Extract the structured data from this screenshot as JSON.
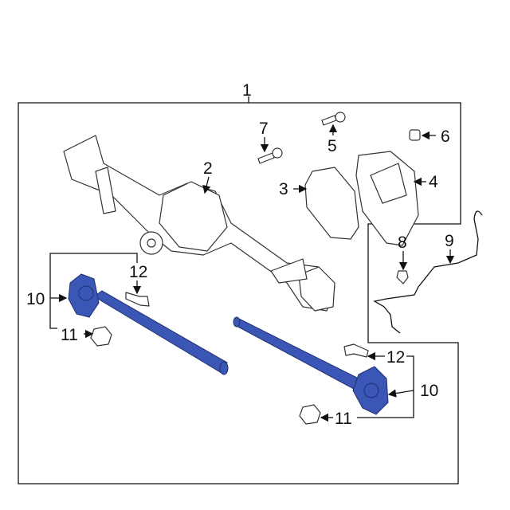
{
  "diagram": {
    "callouts": [
      {
        "id": "c1",
        "text": "1"
      },
      {
        "id": "c2",
        "text": "2"
      },
      {
        "id": "c3",
        "text": "3"
      },
      {
        "id": "c4",
        "text": "4"
      },
      {
        "id": "c5",
        "text": "5"
      },
      {
        "id": "c6",
        "text": "6"
      },
      {
        "id": "c7",
        "text": "7"
      },
      {
        "id": "c8",
        "text": "8"
      },
      {
        "id": "c9",
        "text": "9"
      },
      {
        "id": "c10a",
        "text": "10"
      },
      {
        "id": "c11a",
        "text": "11"
      },
      {
        "id": "c12a",
        "text": "12"
      },
      {
        "id": "c12b",
        "text": "12"
      },
      {
        "id": "c10b",
        "text": "10"
      },
      {
        "id": "c11b",
        "text": "11"
      }
    ],
    "colors": {
      "highlight": "#3b57b5",
      "line": "#111111"
    }
  }
}
